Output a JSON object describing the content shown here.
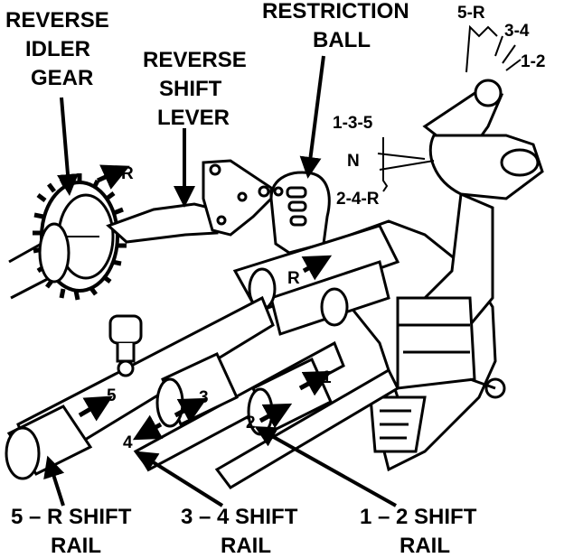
{
  "labels": {
    "reverse_idler_gear": [
      "REVERSE",
      "IDLER",
      "GEAR"
    ],
    "reverse_shift_lever": [
      "REVERSE",
      "SHIFT",
      "LEVER"
    ],
    "restriction_ball": [
      "RESTRICTION",
      "BALL"
    ],
    "rail_5r": [
      "5 – R SHIFT",
      "RAIL"
    ],
    "rail_34": [
      "3 – 4 SHIFT",
      "RAIL"
    ],
    "rail_12": [
      "1 – 2 SHIFT",
      "RAIL"
    ]
  },
  "gates": {
    "top_5r": "5-R",
    "top_34": "3-4",
    "top_12": "1-2",
    "side_135": "1-3-5",
    "side_n": "N",
    "side_24r": "2-4-R"
  },
  "marks": {
    "gear_r": "R",
    "ball_r": "R",
    "rail_5": "5",
    "rail_4": "4",
    "rail_3": "3",
    "rail_2": "2",
    "rail_1": "1"
  },
  "colors": {
    "ink": "#000000",
    "paper": "#ffffff"
  }
}
